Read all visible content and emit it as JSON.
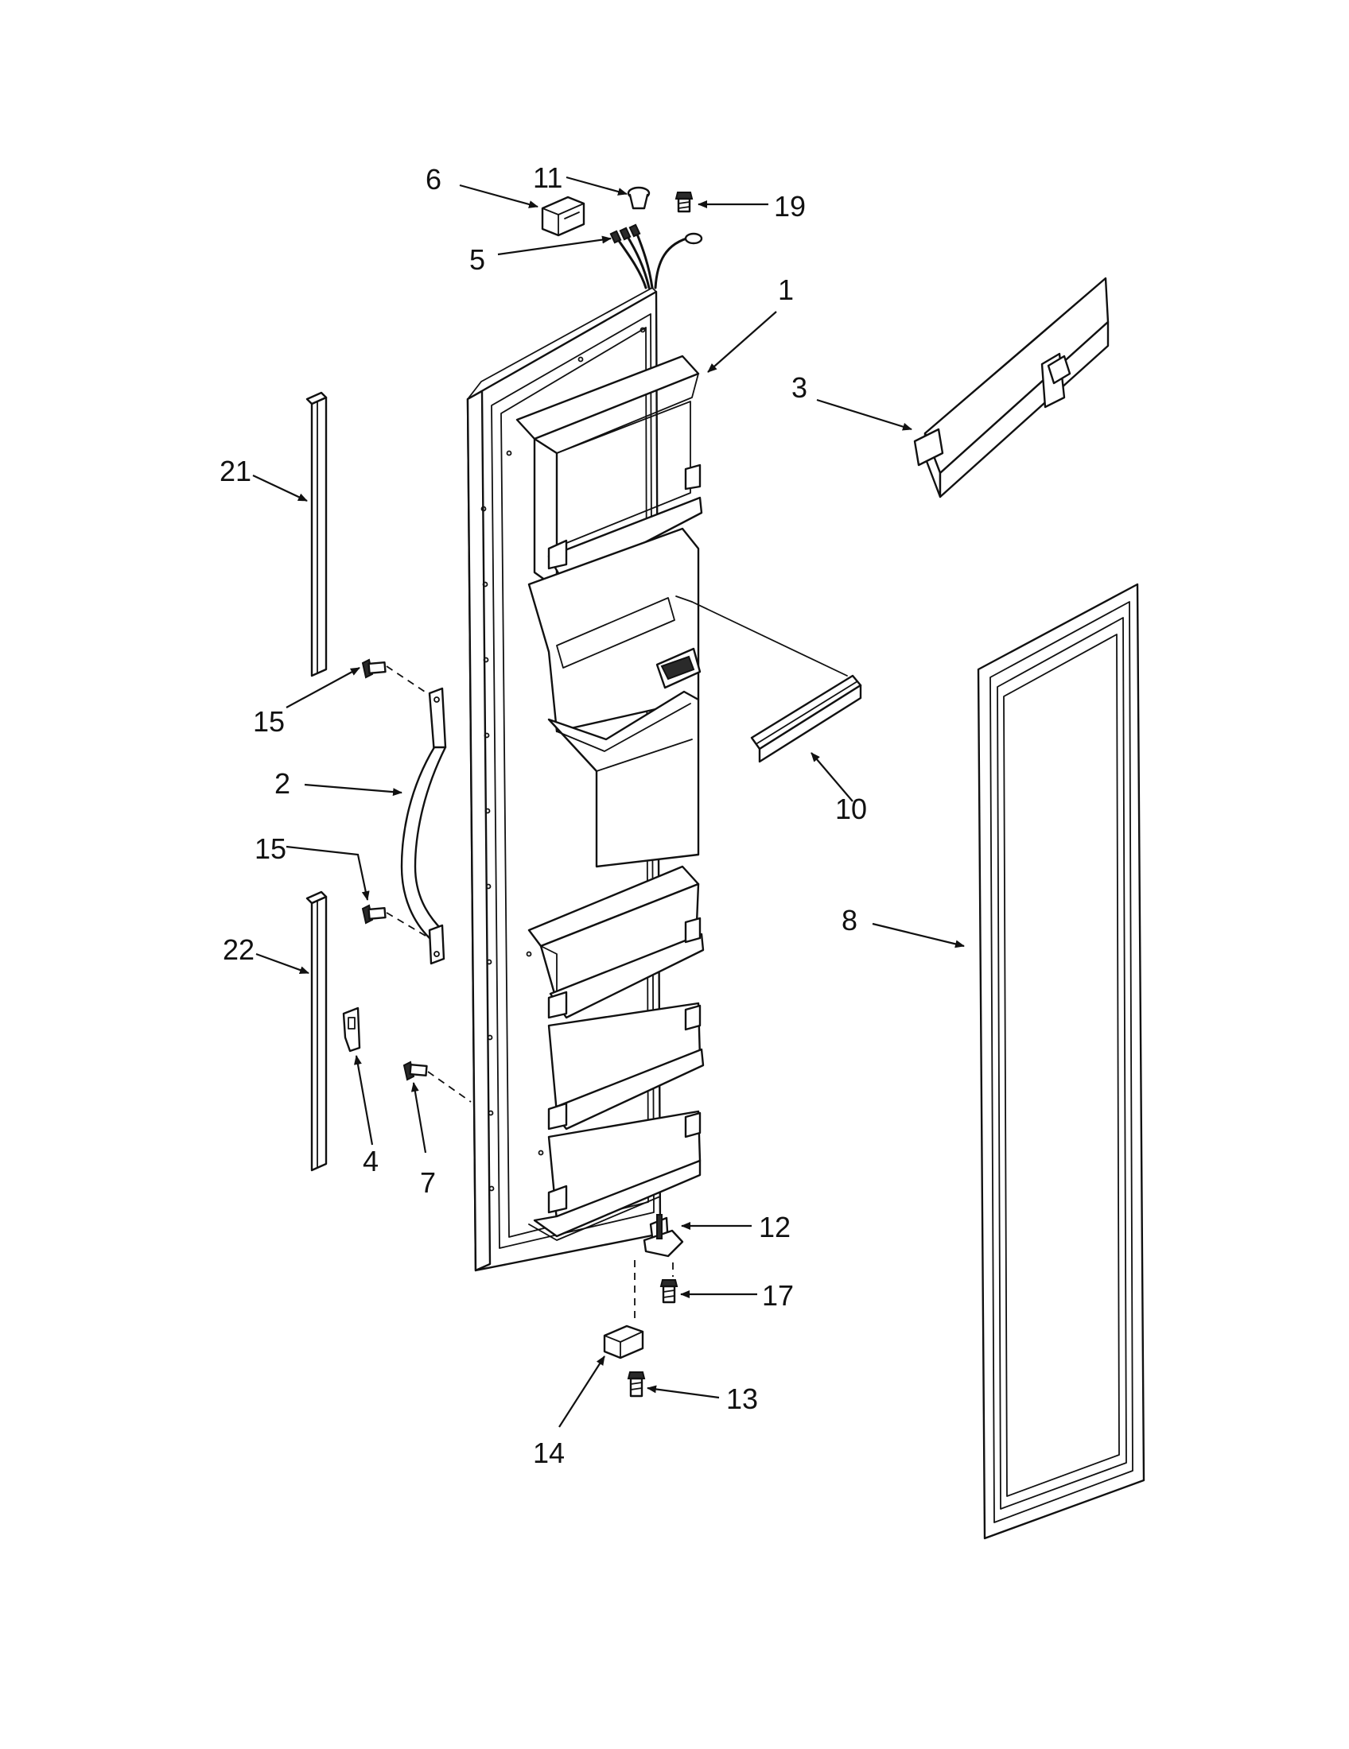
{
  "diagram": {
    "type": "exploded-parts-view",
    "line_color": "#111111",
    "background": "#ffffff"
  },
  "callouts": {
    "c1": "1",
    "c2": "2",
    "c3": "3",
    "c4": "4",
    "c5": "5",
    "c6": "6",
    "c7": "7",
    "c8": "8",
    "c10": "10",
    "c11": "11",
    "c12": "12",
    "c13": "13",
    "c14": "14",
    "c15a": "15",
    "c15b": "15",
    "c17": "17",
    "c19": "19",
    "c21": "21",
    "c22": "22"
  }
}
